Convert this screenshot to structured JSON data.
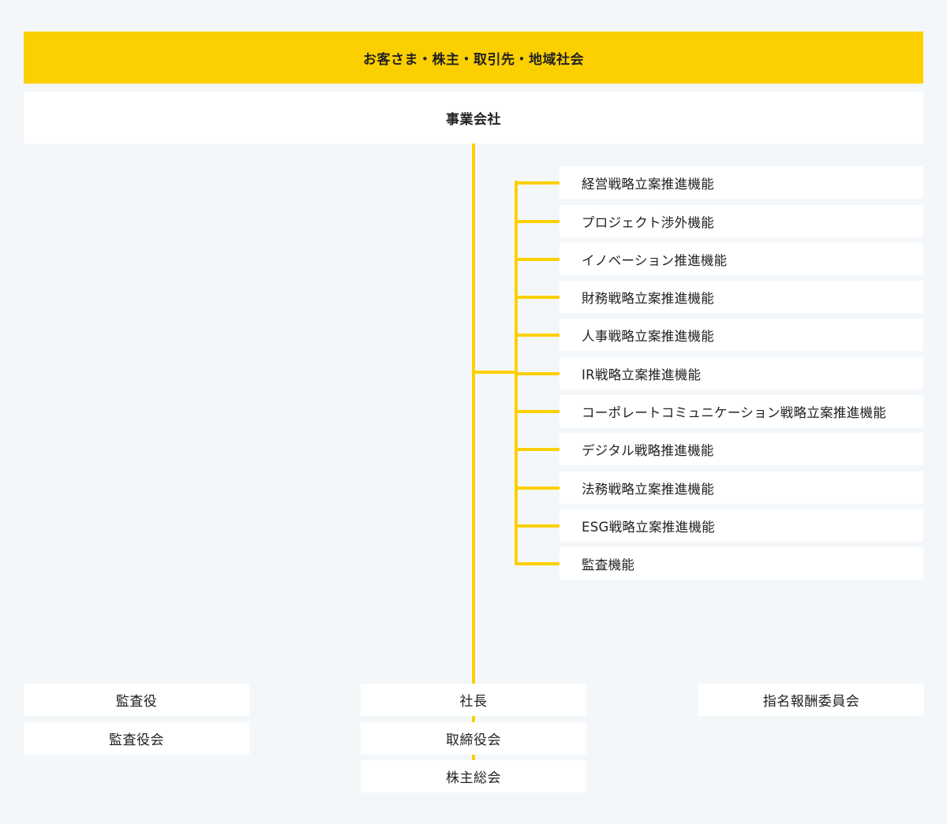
{
  "stakeholders": {
    "label": "お客さま・株主・取引先・地域社会"
  },
  "company": {
    "label": "事業会社"
  },
  "functions": [
    {
      "label": "経営戦略立案推進機能"
    },
    {
      "label": "プロジェクト渉外機能"
    },
    {
      "label": "イノベーション推進機能"
    },
    {
      "label": "財務戦略立案推進機能"
    },
    {
      "label": "人事戦略立案推進機能"
    },
    {
      "label": "IR戦略立案推進機能"
    },
    {
      "label": "コーポレートコミュニケーション戦略立案推進機能"
    },
    {
      "label": "デジタル戦略推進機能"
    },
    {
      "label": "法務戦略立案推進機能"
    },
    {
      "label": "ESG戦略立案推進機能"
    },
    {
      "label": "監査機能"
    }
  ],
  "governance": {
    "auditor": {
      "label": "監査役"
    },
    "audit_board": {
      "label": "監査役会"
    },
    "president": {
      "label": "社長"
    },
    "board": {
      "label": "取締役会"
    },
    "shareholders_meeting": {
      "label": "株主総会"
    },
    "nomination_committee": {
      "label": "指名報酬委員会"
    }
  },
  "colors": {
    "accent": "#fcd000",
    "background": "#f4f7fa",
    "box": "#ffffff",
    "text": "#222222"
  }
}
